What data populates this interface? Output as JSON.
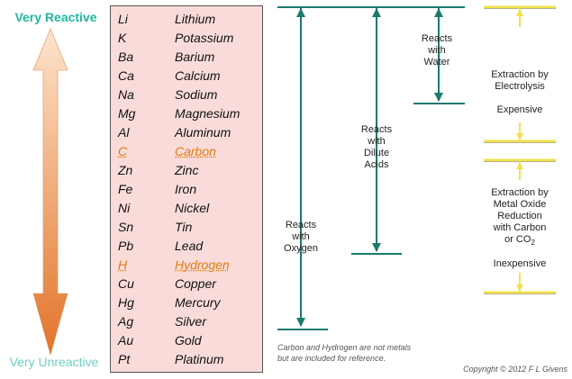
{
  "scale": {
    "top": "Very Reactive",
    "bottom": "Very Unreactive"
  },
  "colors": {
    "teal": "#1fb7a2",
    "arrow_top": "#fde2c8",
    "arrow_bottom": "#e47a2e",
    "table_bg": "#f9dcda",
    "highlight": "#e07b12",
    "bar": "#f2e14a"
  },
  "elements": [
    {
      "symbol": "Li",
      "name": "Lithium"
    },
    {
      "symbol": "K",
      "name": "Potassium"
    },
    {
      "symbol": "Ba",
      "name": "Barium"
    },
    {
      "symbol": "Ca",
      "name": "Calcium"
    },
    {
      "symbol": "Na",
      "name": "Sodium"
    },
    {
      "symbol": "Mg",
      "name": "Magnesium"
    },
    {
      "symbol": "Al",
      "name": "Aluminum"
    },
    {
      "symbol": "C",
      "name": "Carbon",
      "non_metal": true
    },
    {
      "symbol": "Zn",
      "name": "Zinc"
    },
    {
      "symbol": "Fe",
      "name": "Iron"
    },
    {
      "symbol": "Ni",
      "name": "Nickel"
    },
    {
      "symbol": "Sn",
      "name": "Tin"
    },
    {
      "symbol": "Pb",
      "name": "Lead"
    },
    {
      "symbol": "H",
      "name": "Hydrogen",
      "non_metal": true
    },
    {
      "symbol": "Cu",
      "name": "Copper"
    },
    {
      "symbol": "Hg",
      "name": "Mercury"
    },
    {
      "symbol": "Ag",
      "name": "Silver"
    },
    {
      "symbol": "Au",
      "name": "Gold"
    },
    {
      "symbol": "Pt",
      "name": "Platinum"
    }
  ],
  "reactions": {
    "water": [
      "Reacts",
      "with",
      "Water"
    ],
    "acids": [
      "Reacts",
      "with",
      "Dilute",
      "Acids"
    ],
    "oxygen": [
      "Reacts",
      "with",
      "Oxygen"
    ]
  },
  "extraction": {
    "electrolysis": [
      "Extraction by",
      "Electrolysis"
    ],
    "expensive": "Expensive",
    "carbon": [
      "Extraction by",
      "Metal Oxide",
      "Reduction",
      "with Carbon"
    ],
    "co2_prefix": "or CO",
    "co2_sub": "2",
    "inexpensive": "Inexpensive"
  },
  "footnote": [
    "Carbon and Hydrogen are not metals",
    "but are included for reference."
  ],
  "copyright": "Copyright © 2012 F L Givens"
}
